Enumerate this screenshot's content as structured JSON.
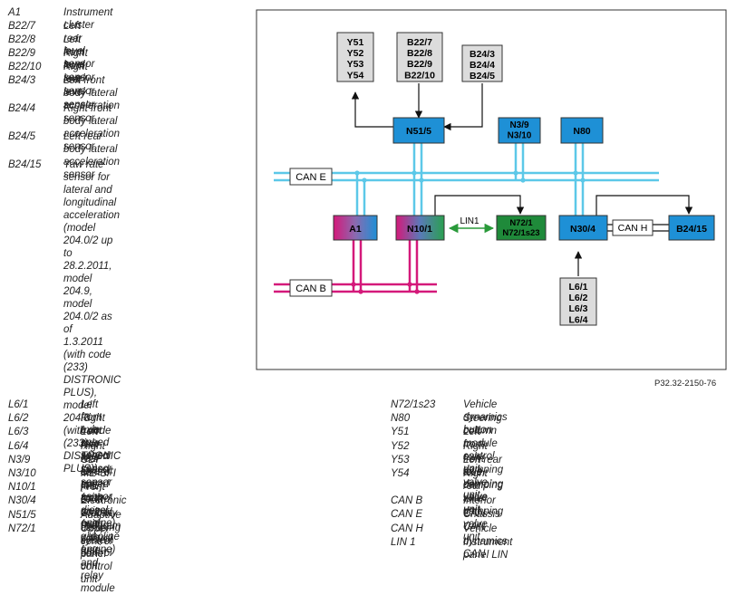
{
  "top_legend": [
    {
      "code": "A1",
      "desc": "Instrument cluster"
    },
    {
      "code": "B22/7",
      "desc": "Left rear level sensor"
    },
    {
      "code": "B22/8",
      "desc": "Left front level sensor"
    },
    {
      "code": "B22/9",
      "desc": "Right front level sensor"
    },
    {
      "code": "B22/10",
      "desc": "Right rear level sensor"
    },
    {
      "code": "B24/3",
      "desc": "Left front body lateral\nacceleration sensor"
    },
    {
      "code": "B24/4",
      "desc": "Right front body lateral\nacceleration sensor"
    },
    {
      "code": "B24/5",
      "desc": "Left rear body lateral\nacceleration sensor"
    },
    {
      "code": "B24/15",
      "desc": "Yaw rate sensor for lateral and\nlongitudinal acceleration (model\n204.0/2 up to 28.2.2011, model\n204.9, model 204.0/2 as of\n1.3.2011 (with code (233)\nDISTRONIC PLUS), model 204.3\n(with code (233) DISTRONIC\nPLUS))"
    }
  ],
  "bottom_left_legend": [
    {
      "code": "L6/1",
      "desc": "Left front axle speed sensor"
    },
    {
      "code": "L6/2",
      "desc": "Right front axle speed sensor"
    },
    {
      "code": "L6/3",
      "desc": "Left rear axle speed sensor"
    },
    {
      "code": "L6/4",
      "desc": "Right rear axle speed sensor"
    },
    {
      "code": "N3/9",
      "desc": "CDI control unit (with diesel engine)"
    },
    {
      "code": "N3/10",
      "desc": "ME-SFI [ME] control unit (with gasoline engine)"
    },
    {
      "code": "N10/1",
      "desc": "Front SAM control unit with fuse and relay module"
    },
    {
      "code": "N30/4",
      "desc": "Electronic Stability Program control unit"
    },
    {
      "code": "N51/5",
      "desc": "Adaptive damping system control unit"
    },
    {
      "code": "N72/1",
      "desc": "Upper control panel control unit"
    }
  ],
  "bottom_right_legend": [
    {
      "code": "N72/1s23",
      "desc": "Vehicle dynamics button"
    },
    {
      "code": "N80",
      "desc": "Steering column module control unit"
    },
    {
      "code": "Y51",
      "desc": "Left front axle damping valve unit"
    },
    {
      "code": "Y52",
      "desc": "Right front axle damping valve unit"
    },
    {
      "code": "Y53",
      "desc": "Left rear axle damping valve unit"
    },
    {
      "code": "Y54",
      "desc": "Right rear axle damping valve unit"
    },
    {
      "code": "CAN B",
      "desc": "Interior CAN"
    },
    {
      "code": "CAN E",
      "desc": "Chassis CAN"
    },
    {
      "code": "CAN H",
      "desc": "Vehicle dynamics CAN"
    },
    {
      "code": "LIN 1",
      "desc": "Instrument panel LIN"
    }
  ],
  "diagram": {
    "boxes": {
      "y_group": "Y51\nY52\nY53\nY54",
      "b22_group": "B22/7\nB22/8\nB22/9\nB22/10",
      "b24_group": "B24/3\nB24/4\nB24/5",
      "l6_group": "L6/1\nL6/2\nL6/3\nL6/4",
      "n51_5": "N51/5",
      "n3_group": "N3/9\nN3/10",
      "n80": "N80",
      "a1": "A1",
      "n10_1": "N10/1",
      "n72_group": "N72/1\nN72/1s23",
      "n30_4": "N30/4",
      "b24_15": "B24/15"
    },
    "bus_labels": {
      "can_e": "CAN E",
      "can_b": "CAN B",
      "can_h": "CAN H",
      "lin1": "LIN1"
    },
    "colors": {
      "can_e": "#5cc8e8",
      "can_b": "#d4197a",
      "lin": "#2a9a3a",
      "control_unit": "#1e90d6",
      "sensor_box": "#dcdcdc",
      "n72_box": "#1f8a3a"
    }
  },
  "reference": "P32.32-2150-76"
}
